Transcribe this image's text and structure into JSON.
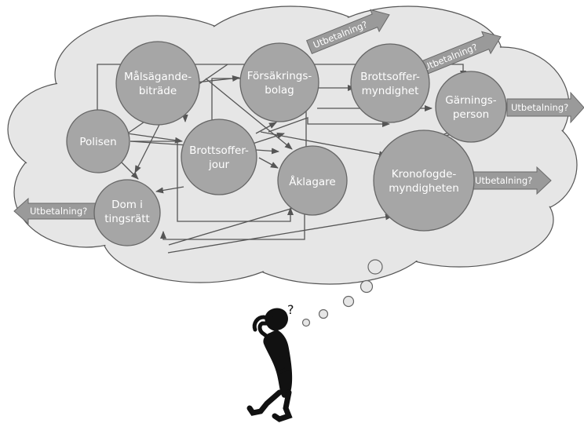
{
  "diagram": {
    "nodes": {
      "polisen": [
        "Polisen"
      ],
      "malsagande": [
        "Målsägande-",
        "biträde"
      ],
      "forsakring": [
        "Försäkrings-",
        "bolag"
      ],
      "brottsoffermynd": [
        "Brottsoffer-",
        "myndighet"
      ],
      "garnings": [
        "Gärnings-",
        "person"
      ],
      "brottsofferjour": [
        "Brottsoffer-",
        "jour"
      ],
      "aklagare": [
        "Åklagare"
      ],
      "kronofogde": [
        "Kronofogde-",
        "myndigheten"
      ],
      "dom": [
        "Dom i",
        "tingsrätt"
      ]
    },
    "payout_label": "Utbetalning?",
    "question_mark": "?"
  }
}
